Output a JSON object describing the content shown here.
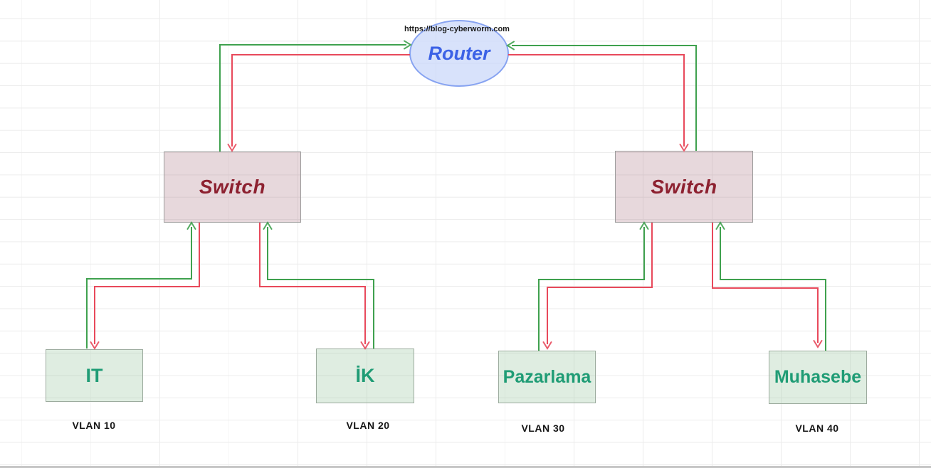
{
  "watermark": {
    "url": "https://blog-cyberworm.com"
  },
  "diagram": {
    "router": {
      "label": "Router"
    },
    "switches": [
      {
        "label": "Switch"
      },
      {
        "label": "Switch"
      }
    ],
    "departments": [
      {
        "label": "IT",
        "vlan": "VLAN 10"
      },
      {
        "label": "İK",
        "vlan": "VLAN 20"
      },
      {
        "label": "Pazarlama",
        "vlan": "VLAN 30"
      },
      {
        "label": "Muhasebe",
        "vlan": "VLAN 40"
      }
    ],
    "links": {
      "up_color_name": "green",
      "down_color_name": "red"
    }
  },
  "colors": {
    "link-green": "#3fa14e",
    "link-red": "#e8495b",
    "router-fill": "rgba(203,216,250,0.75)",
    "router-border": "#87a3f1",
    "router-text": "#3c62e6",
    "switch-fill": "rgba(166,112,124,0.27)",
    "switch-border": "#9c9c9c",
    "switch-text": "#8d2130",
    "dept-fill": "rgba(148,196,157,0.30)",
    "dept-border": "#9cab9e",
    "dept-text": "#1f9c75",
    "label-text": "#151515"
  }
}
